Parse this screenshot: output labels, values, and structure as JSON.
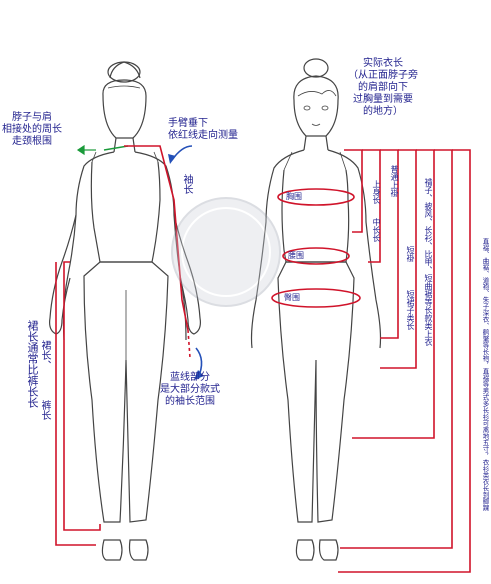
{
  "colors": {
    "ink": "#23238f",
    "measure_red": "#d0132a",
    "outline": "#444444",
    "green": "#1a9a3a",
    "blue_arrow": "#2450b8"
  },
  "labels": {
    "neck": [
      "脖子与肩",
      "相接处的周长",
      "走颈根围"
    ],
    "arm_down": [
      "手臂垂下",
      "依红线走向测量"
    ],
    "sleeve_length": "袖长",
    "blue_dashed": [
      "蓝线部分",
      "是大部分款式",
      "的袖长范围"
    ],
    "skirt_note": "裙长通常比裤长长",
    "skirt_length": "裙长、",
    "pants_length": "裤长",
    "actual_length": [
      "实际衣长",
      "（从正面脖子旁",
      "的肩部向下",
      "过胸量到需要",
      "的地方）"
    ],
    "chest": "胸围",
    "waist": "腰围",
    "hip": "臀围",
    "upper_length": "上身长",
    "mid_length": "中长长",
    "common_top": "普通上褂",
    "short_top": "短褂",
    "short_skirt": "短裙子类长",
    "vest": "褙子、披风、长衫、比甲、短曲裾等长款类上衣",
    "dress_note": "直裰、曲裾、道袍、朱子深衣、鹤氅等长袍，直裰等男式多长衫可离地五寸，衣衫类衣长到脚踝"
  }
}
